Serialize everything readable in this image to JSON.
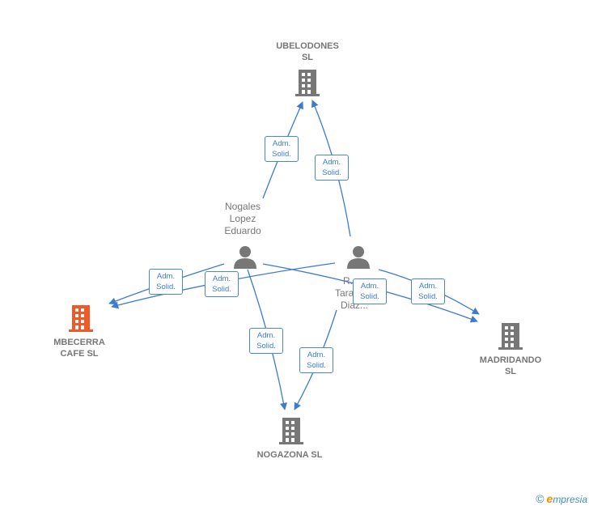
{
  "companies": {
    "ubelodones": {
      "line1": "UBELODONES",
      "line2": "SL"
    },
    "mbecerra": {
      "line1": "MBECERRA",
      "line2": "CAFE  SL"
    },
    "madridando": {
      "line1": "MADRIDANDO",
      "line2": "SL"
    },
    "nogazona": {
      "line1": "NOGAZONA  SL"
    }
  },
  "persons": {
    "nogales": {
      "line1": "Nogales",
      "line2": "Lopez",
      "line3": "Eduardo"
    },
    "second": {
      "line1": "R...",
      "line2": "Tara...",
      "line3": "Diaz..."
    }
  },
  "relations": {
    "line1": "Adm.",
    "line2": "Solid."
  },
  "colors": {
    "edge": "#3d7bd0",
    "company": "#777777",
    "company_highlight": "#f05a28",
    "person": "#777777"
  },
  "icons": {
    "company": "building-icon",
    "person": "person-icon"
  },
  "brand": {
    "copyright": "©",
    "initial": "e",
    "rest": "mpresia"
  }
}
